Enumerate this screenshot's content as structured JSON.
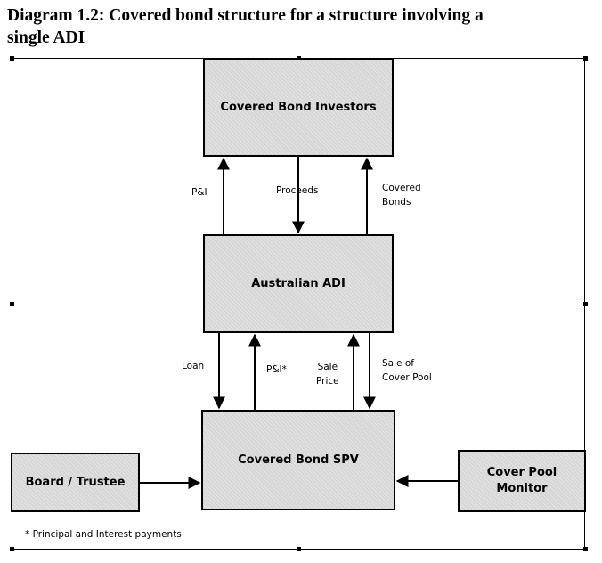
{
  "title": {
    "line1": "Diagram 1.2:  Covered bond structure for a structure involving a",
    "line2": "single ADI"
  },
  "boxes": {
    "investors": "Covered Bond Investors",
    "adi": "Australian ADI",
    "spv": "Covered Bond SPV",
    "trustee": "Board / Trustee",
    "monitor_line1": "Cover Pool",
    "monitor_line2": "Monitor"
  },
  "flows": {
    "pi_top": "P&I",
    "proceeds": "Proceeds",
    "covered_bonds_line1": "Covered",
    "covered_bonds_line2": "Bonds",
    "loan": "Loan",
    "pi_star": "P&I*",
    "sale_price_line1": "Sale",
    "sale_price_line2": "Price",
    "sale_cover_pool_line1": "Sale of",
    "sale_cover_pool_line2": "Cover Pool"
  },
  "footnote": "* Principal and Interest payments"
}
